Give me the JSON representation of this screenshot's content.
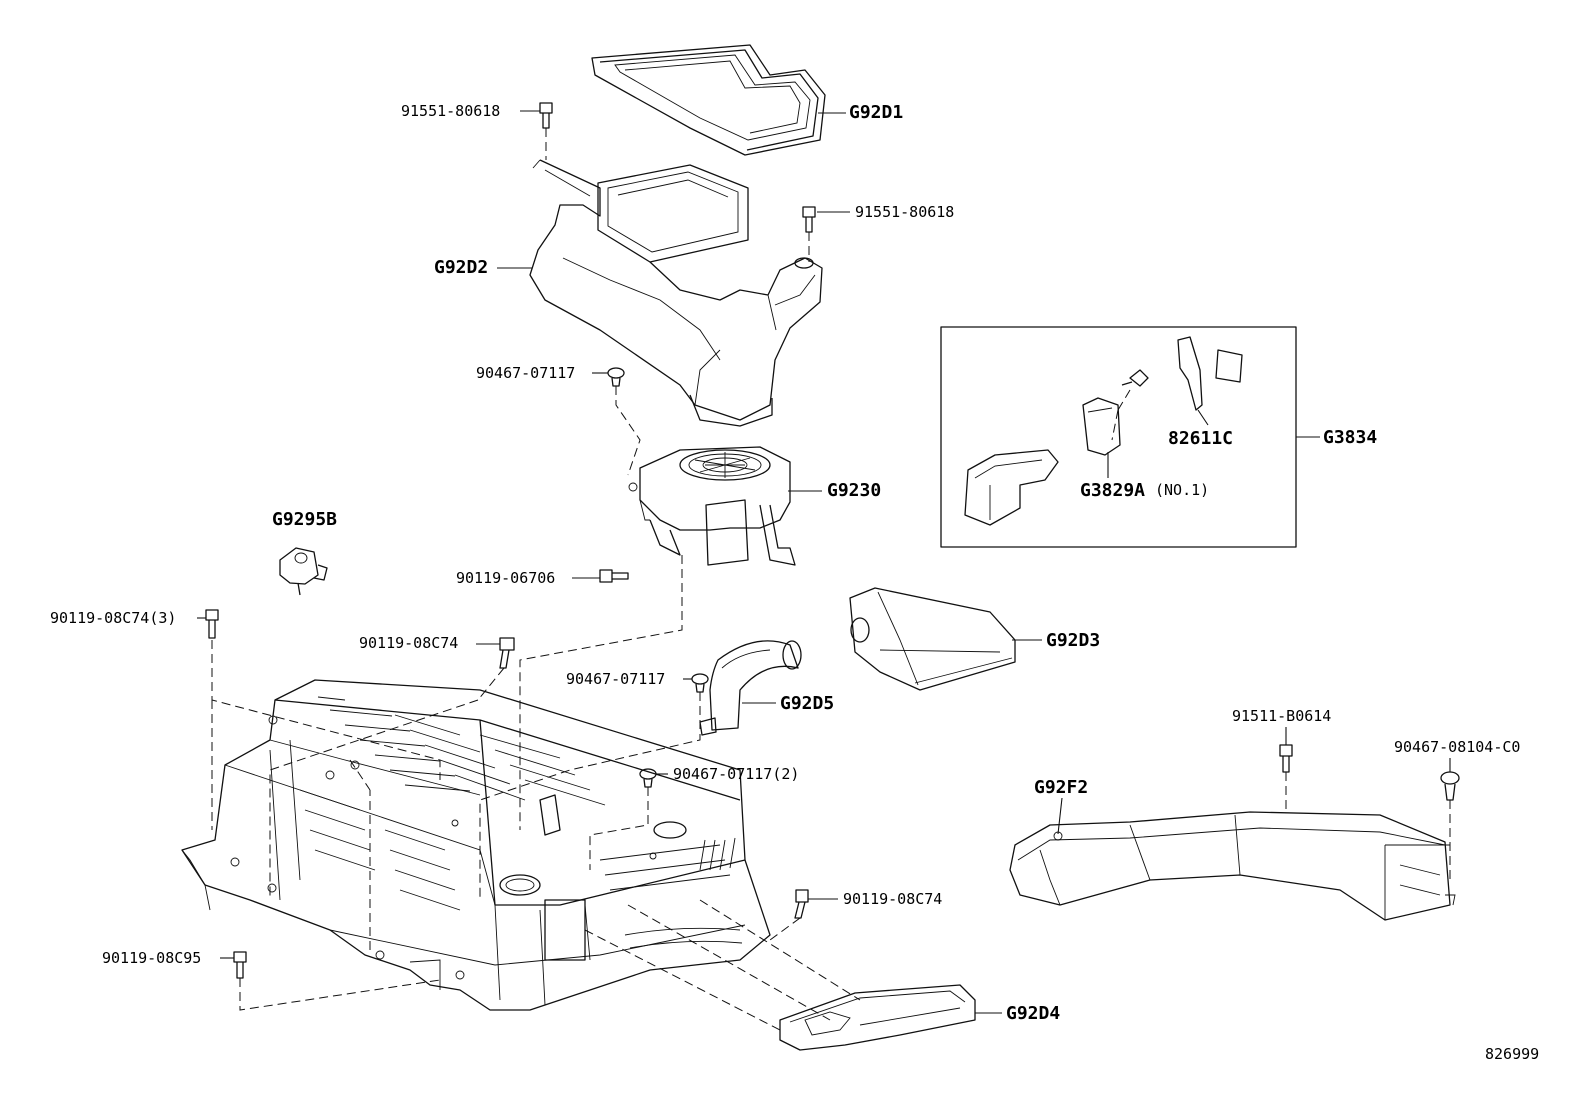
{
  "labels": {
    "l_91551_top": "91551-80618",
    "l_g92d1": "G92D1",
    "l_91551_right": "91551-80618",
    "l_g92d2": "G92D2",
    "l_90467_a": "90467-07117",
    "l_g9230": "G9230",
    "l_g9295b": "G9295B",
    "l_90119_06706": "90119-06706",
    "l_90119_3": "90119-08C74(3)",
    "l_90119_b": "90119-08C74",
    "l_90467_b": "90467-07117",
    "l_g92d5": "G92D5",
    "l_g92d3": "G92D3",
    "l_90467_2": "90467-07117(2)",
    "l_91511": "91511-B0614",
    "l_90467_c0": "90467-08104-C0",
    "l_g92f2": "G92F2",
    "l_90119_c": "90119-08C74",
    "l_90119_c95": "90119-08C95",
    "l_g92d4": "G92D4",
    "l_82611c": "82611C",
    "l_g3834": "G3834",
    "l_g3829a": "G3829A",
    "l_no1": "(NO.1)"
  },
  "diagram_id": "826999"
}
